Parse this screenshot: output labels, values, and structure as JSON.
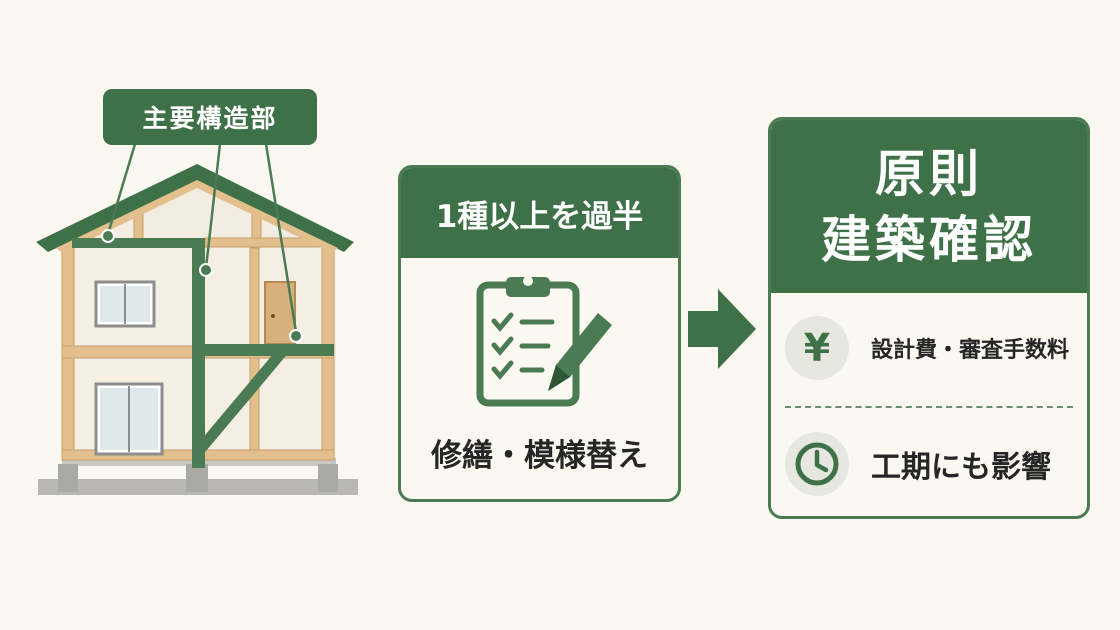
{
  "house": {
    "label": "主要構造部"
  },
  "middle": {
    "header": "1種以上を過半",
    "icon": "clipboard-pencil-icon",
    "footer": "修繕・模様替え"
  },
  "arrow": {
    "icon": "right-arrow-icon"
  },
  "right": {
    "header_line1": "原則",
    "header_line2": "建築確認",
    "items": [
      {
        "icon": "yen-icon",
        "symbol": "¥",
        "text": "設計費・審査手数料"
      },
      {
        "icon": "clock-icon",
        "text": "工期にも影響"
      }
    ]
  },
  "colors": {
    "background": "#fbf8f1",
    "green": "#3f7148",
    "wood": "#e2bf8c",
    "wall": "#f5efe3"
  }
}
